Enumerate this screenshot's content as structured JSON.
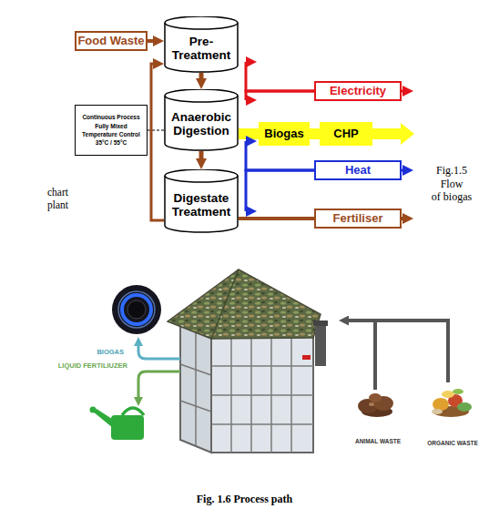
{
  "diagram": {
    "caption": "Fig. 1.6 Process path",
    "nodes": [
      {
        "text": [
          "Food Waste"
        ]
      },
      {
        "text": [
          "Pre- Treatment"
        ]
      },
      {
        "text": [
          "Electricity"
        ]
      },
      {
        "text": [
          "Continuous Process Fully Mixed Temperature Control 35°C / 55°C"
        ]
      },
      {
        "text": [
          "Anaerobic Digestion"
        ]
      },
      {
        "text": [
          "Biogas"
        ]
      },
      {
        "text": [
          "CHP"
        ]
      },
      {
        "text": [
          "Heat"
        ]
      },
      {
        "text": [
          "Digestate Treatment"
        ]
      },
      {
        "text": [
          "Fertiliser"
        ]
      }
    ],
    "edges": [
      {
        "from": 0,
        "to": 1,
        "arrow": "to"
      },
      {
        "from": 1,
        "to": 4,
        "arrow": "to"
      },
      {
        "from": 4,
        "to": 8,
        "arrow": "to"
      },
      {
        "from": 3,
        "to": 4,
        "arrow": "none"
      },
      {
        "from": 4,
        "to": 5,
        "arrow": "none"
      },
      {
        "from": 5,
        "to": 6,
        "arrow": "none"
      },
      {
        "from": 2,
        "to": 1,
        "arrow": "to"
      },
      {
        "from": 2,
        "to": 4,
        "arrow": "to"
      },
      {
        "from": 7,
        "to": 4,
        "arrow": "to"
      },
      {
        "from": 7,
        "to": 8,
        "arrow": "to"
      },
      {
        "from": 8,
        "to": 9,
        "arrow": "none"
      },
      {
        "from": 8,
        "to": 1,
        "arrow": "to"
      }
    ],
    "labels": [
      "Fig.1.5",
      "Flow",
      "of biogas",
      "chart",
      "plant",
      "BIOGAS",
      "LIQUID FERTILIUZER",
      "ANIMAL WASTE",
      "ORGANIC WASTE"
    ]
  }
}
